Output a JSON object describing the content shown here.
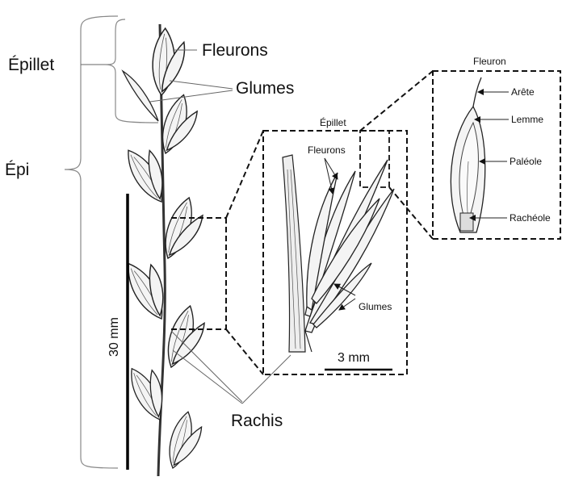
{
  "labels": {
    "epillet_main": "Épillet",
    "epi": "Épi",
    "fleurons_main": "Fleurons",
    "glumes_main": "Glumes",
    "rachis": "Rachis",
    "scale_main": "30 mm",
    "inset_spikelet_title": "Épillet",
    "inset_fleurons": "Fleurons",
    "inset_glumes": "Glumes",
    "inset_scale": "3 mm",
    "inset_floret_title": "Fleuron",
    "arete": "Arête",
    "lemme": "Lemme",
    "paleole": "Paléole",
    "racheole": "Rachéole"
  }
}
